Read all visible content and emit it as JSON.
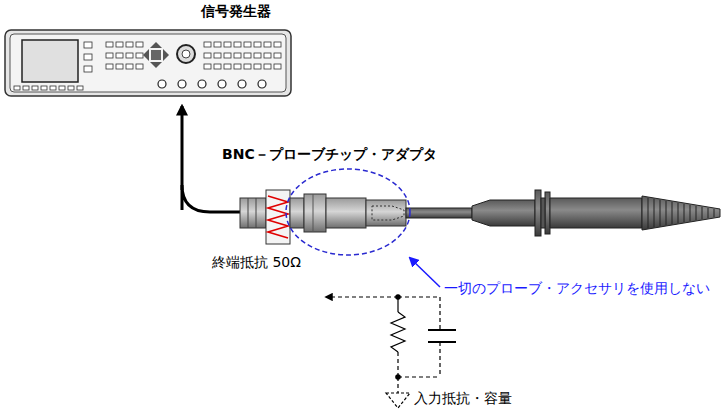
{
  "diagram": {
    "labels": [
      "信号発生器",
      "BNC－プローブチップ・アダプタ",
      "終端抵抗 50Ω",
      "一切のプローブ・アクセサリを使用しない",
      "入力抵抗・容量"
    ]
  }
}
